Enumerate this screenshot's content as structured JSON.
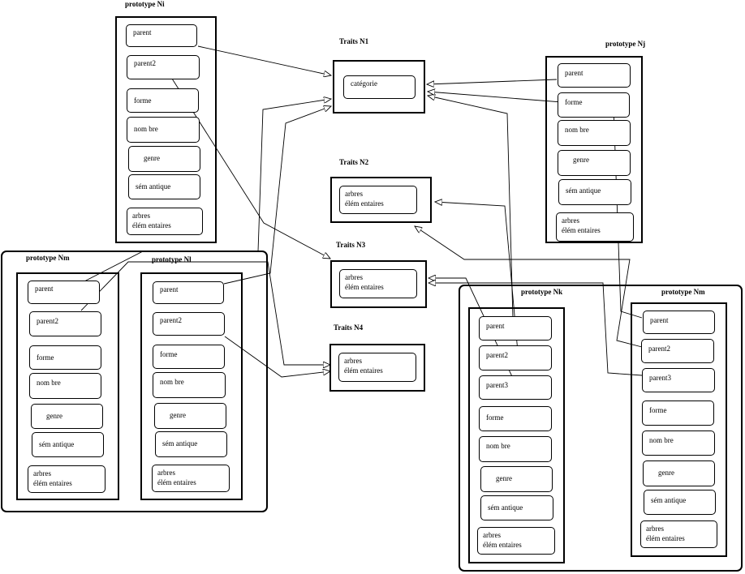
{
  "prototype_ni_top": {
    "title": "prototype Ni",
    "fields": [
      "parent",
      "parent2",
      "forme",
      "nom bre",
      "genre",
      "sém antique"
    ],
    "arbres": [
      "arbres",
      "élém entaires"
    ]
  },
  "group_left": {
    "prototype_nm": {
      "title": "prototype Nm",
      "fields": [
        "parent",
        "parent2",
        "forme",
        "nom bre",
        "genre",
        "sém antique"
      ],
      "arbres": [
        "arbres",
        "élém entaires"
      ]
    },
    "prototype_nl": {
      "title": "prototype Nl",
      "fields": [
        "parent",
        "parent2",
        "forme",
        "nom bre",
        "genre",
        "sém antique"
      ],
      "arbres": [
        "arbres",
        "élém entaires"
      ]
    }
  },
  "prototype_nj": {
    "title": "prototype Nj",
    "fields": [
      "parent",
      "forme",
      "nom bre",
      "genre",
      "sém antique"
    ],
    "arbres": [
      "arbres",
      "élém entaires"
    ]
  },
  "group_right": {
    "prototype_nk": {
      "title": "prototype Nk",
      "fields": [
        "parent",
        "parent2",
        "parent3",
        "forme",
        "nom bre",
        "genre",
        "sém antique"
      ],
      "arbres": [
        "arbres",
        "élém entaires"
      ]
    },
    "prototype_nm": {
      "title": "prototype Nm",
      "fields": [
        "parent",
        "parent2",
        "parent3",
        "forme",
        "nom bre",
        "genre",
        "sém antique"
      ],
      "arbres": [
        "arbres",
        "élém entaires"
      ]
    }
  },
  "traits": {
    "n1": {
      "title": "Traits N1",
      "content": [
        "catégorie"
      ]
    },
    "n2": {
      "title": "Traits N2",
      "content": [
        "arbres",
        "élém entaires"
      ]
    },
    "n3": {
      "title": "Traits N3",
      "content": [
        "arbres",
        "élém entaires"
      ]
    },
    "n4": {
      "title": "Traits N4",
      "content": [
        "arbres",
        "élém entaires"
      ]
    }
  }
}
